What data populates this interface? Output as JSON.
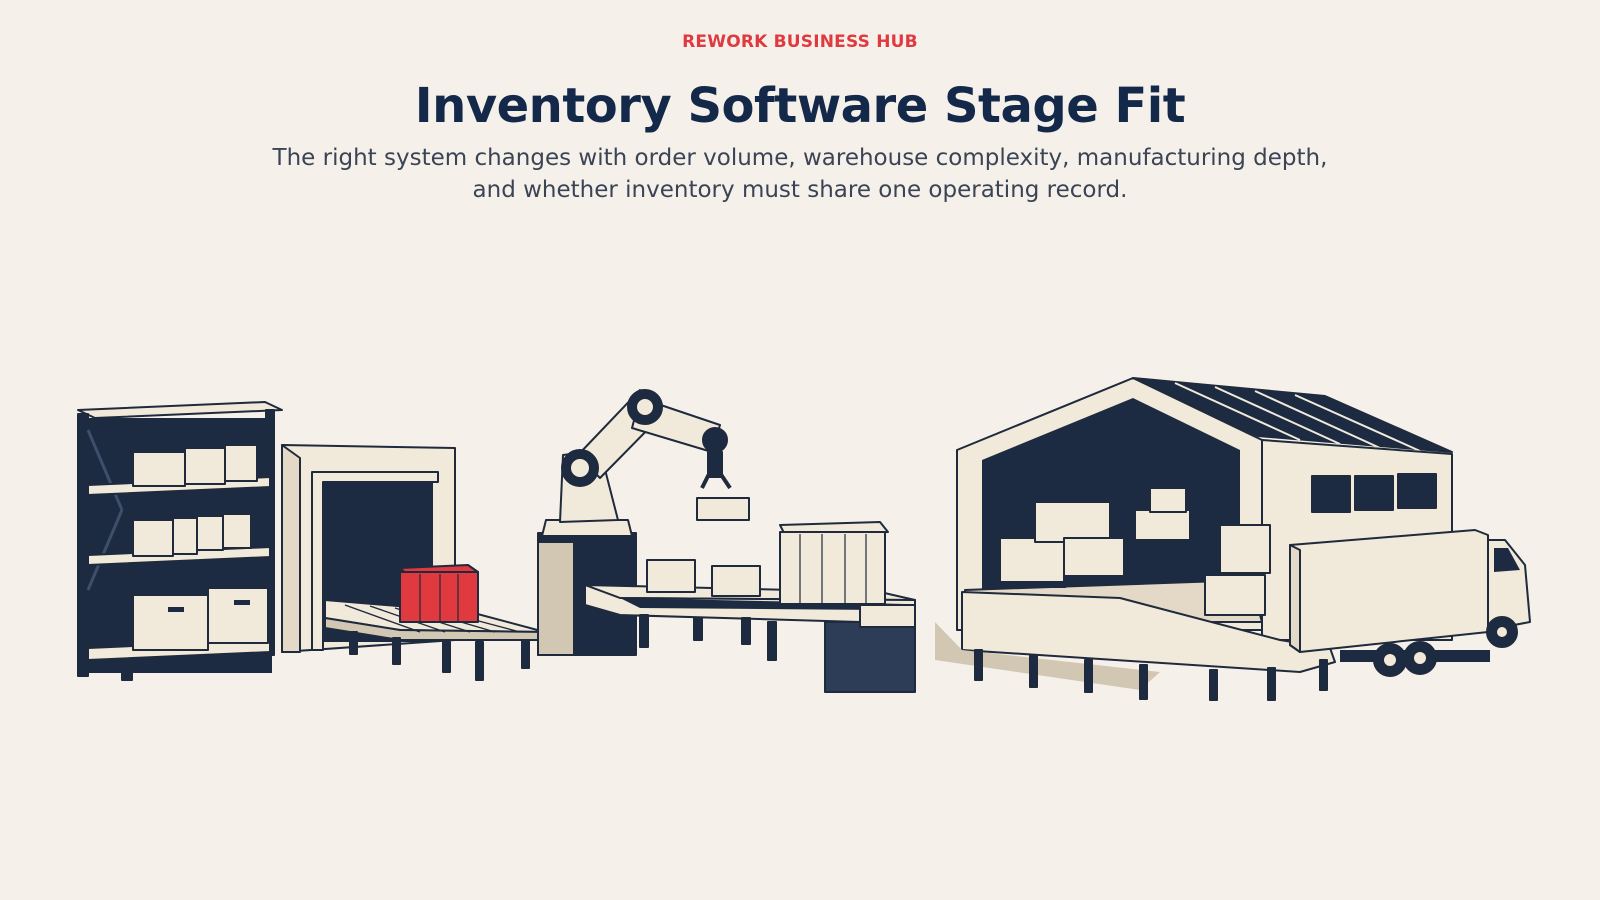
{
  "header": {
    "eyebrow": "REWORK BUSINESS HUB",
    "title": "Inventory Software Stage Fit",
    "subtitle": "The right system changes with order volume, warehouse complexity, manufacturing depth, and whether inventory must share one operating record."
  },
  "illustration": {
    "items": [
      "shelving-unit",
      "loading-dock-conveyor",
      "robotic-arm-conveyor",
      "warehouse-building",
      "delivery-truck"
    ]
  },
  "colors": {
    "background": "#f5f1ea",
    "accent": "#e0393f",
    "navy": "#14284a",
    "cream": "#f1e9d9",
    "outline": "#1f2a3c"
  }
}
